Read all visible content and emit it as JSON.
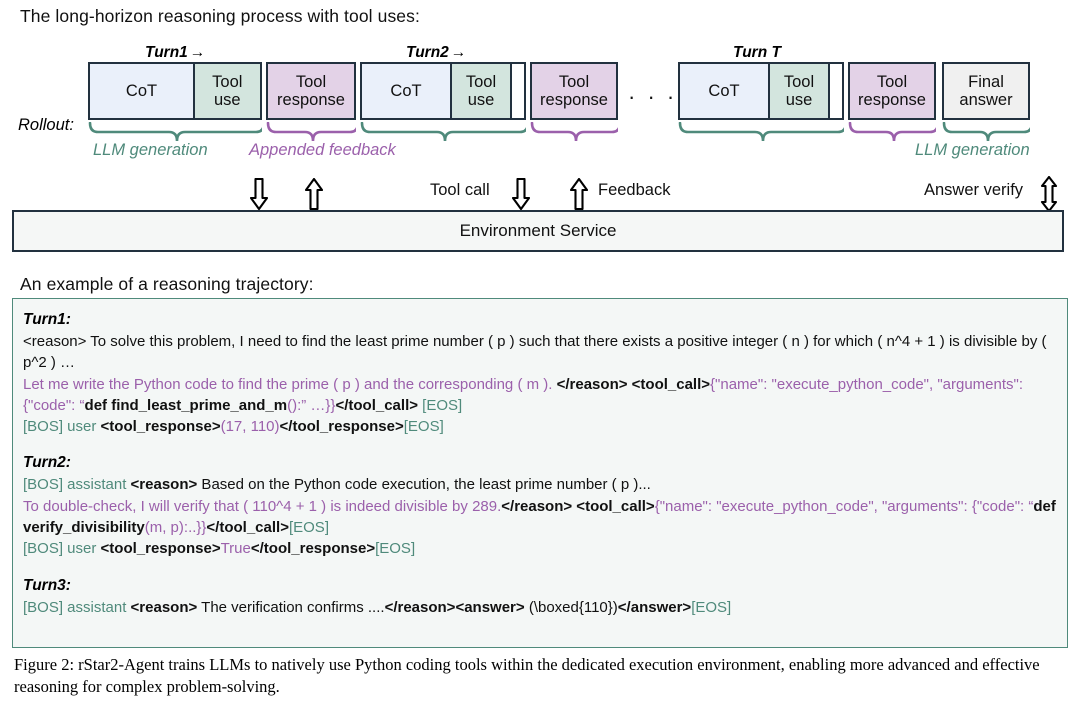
{
  "headings": {
    "top": "The long-horizon reasoning process with tool uses:",
    "example": "An example of a reasoning trajectory:"
  },
  "diagram": {
    "rollout_label": "Rollout:",
    "turn_labels": [
      {
        "text": "Turn1",
        "arrow": "→"
      },
      {
        "text": "Turn2",
        "arrow": "→"
      },
      {
        "text": "Turn T",
        "arrow": ""
      }
    ],
    "ellipsis": "· · ·",
    "cells": {
      "cot": "CoT",
      "tool_use_line1": "Tool",
      "tool_use_line2": "use",
      "tool_response_line1": "Tool",
      "tool_response_line2": "response",
      "final_answer_line1": "Final",
      "final_answer_line2": "answer"
    },
    "brace_labels": {
      "llm_generation": "LLM generation",
      "appended_feedback": "Appended feedback",
      "llm_generation_2": "LLM generation"
    },
    "arrow_labels": {
      "tool_call": "Tool call",
      "feedback": "Feedback",
      "answer_verify": "Answer verify"
    },
    "env_bar": "Environment Service",
    "colors": {
      "cot_fill": "#eaf0fa",
      "tool_use_fill": "#d3e5de",
      "tool_response_fill": "#e3d2e7",
      "final_answer_fill": "#f0f0f0",
      "border": "#22313f",
      "green_accent": "#4f8a7b",
      "purple_accent": "#9b60ab"
    }
  },
  "trajectory": {
    "turn1": {
      "head": "Turn1:",
      "lines": [
        [
          {
            "t": "<reason> To solve this problem, I need to find the least prime number ( p ) such that there exists a positive integer ( n ) for which ( n^4 + 1 ) is divisible by ( p^2 ) …",
            "s": "blk"
          }
        ],
        [
          {
            "t": "Let me write the Python code to find the prime ( p ) and the corresponding ( m ). ",
            "s": "pur"
          },
          {
            "t": "</reason> <tool_call>",
            "s": "bld"
          },
          {
            "t": "{\"name\": \"execute_python_code\", \"arguments\": {\"code\": “",
            "s": "pur"
          },
          {
            "t": "def find_least_prime_and_m",
            "s": "bld"
          },
          {
            "t": "():” …}}",
            "s": "pur"
          },
          {
            "t": "</tool_call>",
            "s": "bld"
          },
          {
            "t": " [EOS]",
            "s": "grn"
          }
        ],
        [
          {
            "t": "[BOS] user ",
            "s": "grn"
          },
          {
            "t": "<tool_response>",
            "s": "bld"
          },
          {
            "t": "(17, 110)",
            "s": "pur"
          },
          {
            "t": "</tool_response>",
            "s": "bld"
          },
          {
            "t": "[EOS]",
            "s": "grn"
          }
        ]
      ]
    },
    "turn2": {
      "head": "Turn2:",
      "lines": [
        [
          {
            "t": "[BOS] assistant ",
            "s": "grn"
          },
          {
            "t": "<reason>",
            "s": "bld"
          },
          {
            "t": " Based on the Python code execution, the least prime number ( p )...",
            "s": "blk"
          }
        ],
        [
          {
            "t": "To double-check, I will verify that ( 110^4 + 1 ) is indeed divisible by 289.",
            "s": "pur"
          },
          {
            "t": "</reason> <tool_call>",
            "s": "bld"
          },
          {
            "t": "{\"name\": \"execute_python_code\", \"arguments\": {\"code\": “",
            "s": "pur"
          },
          {
            "t": "def verify_divisibility",
            "s": "bld"
          },
          {
            "t": "(m, p):..}}",
            "s": "pur"
          },
          {
            "t": "</tool_call>",
            "s": "bld"
          },
          {
            "t": "[EOS]",
            "s": "grn"
          }
        ],
        [
          {
            "t": "[BOS] user ",
            "s": "grn"
          },
          {
            "t": "<tool_response>",
            "s": "bld"
          },
          {
            "t": "True",
            "s": "pur"
          },
          {
            "t": "</tool_response>",
            "s": "bld"
          },
          {
            "t": "[EOS]",
            "s": "grn"
          }
        ]
      ]
    },
    "turn3": {
      "head": "Turn3:",
      "lines": [
        [
          {
            "t": "[BOS] assistant ",
            "s": "grn"
          },
          {
            "t": "<reason>",
            "s": "bld"
          },
          {
            "t": " The verification confirms ....",
            "s": "blk"
          },
          {
            "t": "</reason><answer>",
            "s": "bld"
          },
          {
            "t": " (\\boxed{110})",
            "s": "blk"
          },
          {
            "t": "</answer>",
            "s": "bld"
          },
          {
            "t": "[EOS]",
            "s": "grn"
          }
        ]
      ]
    }
  },
  "caption": "Figure 2: rStar2-Agent trains LLMs to natively use Python coding tools within the dedicated execution environment, enabling more advanced and effective reasoning for complex problem-solving."
}
